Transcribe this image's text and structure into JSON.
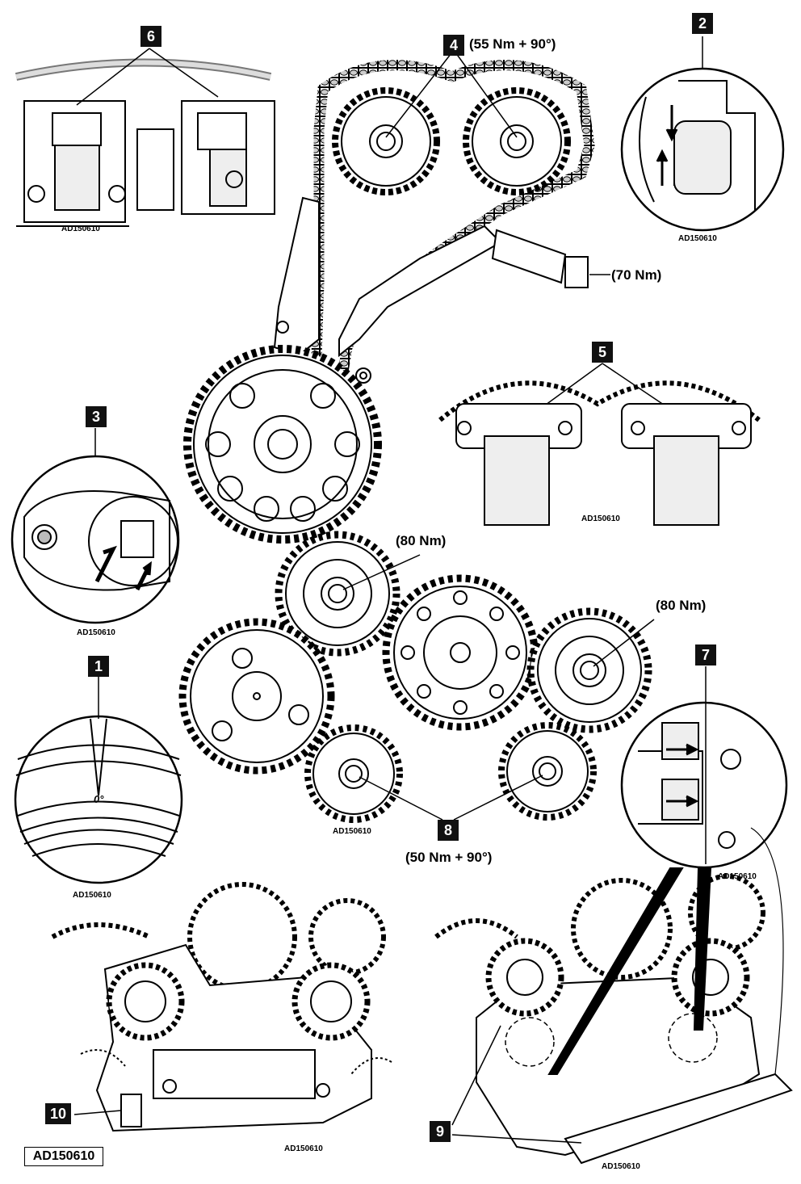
{
  "diagram": {
    "reference_code": "AD150610",
    "callouts": [
      "1",
      "2",
      "3",
      "4",
      "5",
      "6",
      "7",
      "8",
      "9",
      "10"
    ],
    "torques": {
      "cam_sprockets": "(55 Nm + 90°)",
      "tensioner": "(70 Nm)",
      "idler_upper": "(80 Nm)",
      "idler_right": "(80 Nm)",
      "balance_gears": "(50 Nm + 90°)"
    },
    "timing_mark_label": "0°"
  }
}
